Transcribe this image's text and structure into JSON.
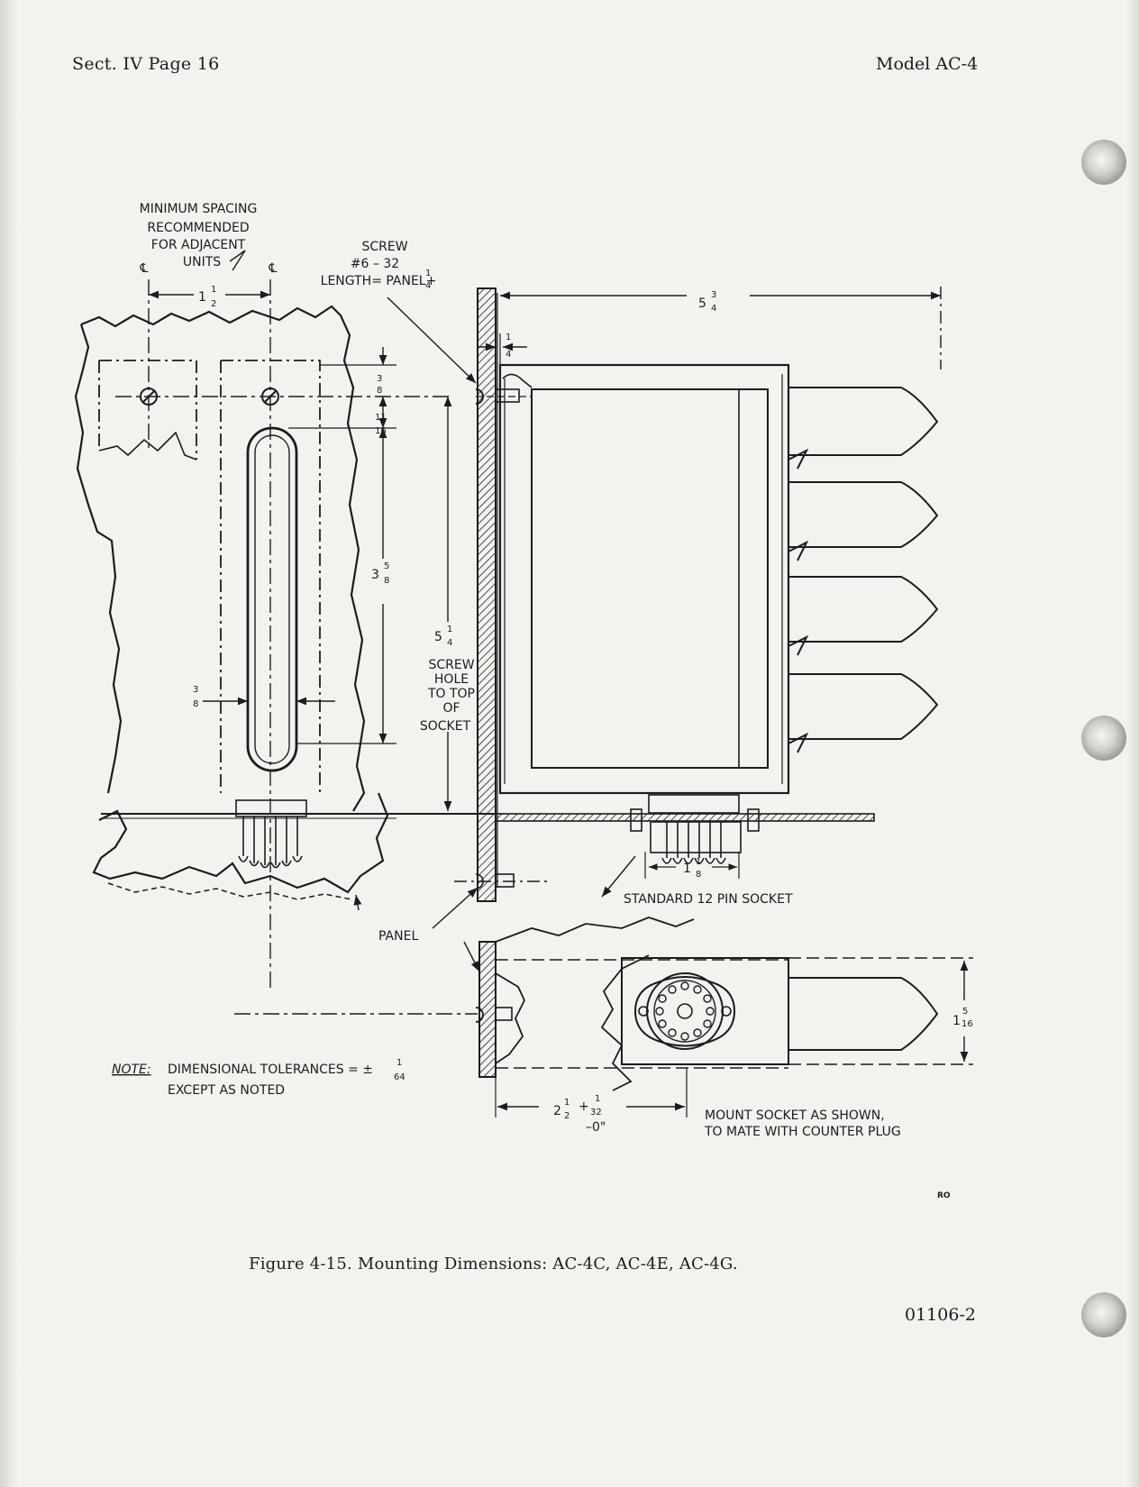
{
  "header": {
    "section_page": "Sect. IV  Page 16",
    "model": "Model AC-4"
  },
  "figure": {
    "caption": "Figure 4-15.  Mounting Dimensions: AC-4C, AC-4E, AC-4G.",
    "doc_number": "01106-2",
    "ref_mark": "RO"
  },
  "drawing": {
    "min_spacing": [
      "MINIMUM SPACING",
      "RECOMMENDED",
      "FOR ADJACENT",
      "UNITS"
    ],
    "centerline_symbol": "℄",
    "spacing_dim": {
      "whole": "1",
      "num": "1",
      "den": "2"
    },
    "screw": [
      "SCREW",
      "#6 – 32",
      "LENGTH= PANEL+"
    ],
    "screw_len_frac": {
      "num": "1",
      "den": "4"
    },
    "overall_depth": {
      "whole": "5",
      "num": "3",
      "den": "4"
    },
    "panel_offset": {
      "num": "1",
      "den": "4"
    },
    "top_to_hole": {
      "num": "3",
      "den": "8"
    },
    "hole_to_slot": {
      "num": "11",
      "den": "16"
    },
    "slot_length": {
      "whole": "3",
      "num": "5",
      "den": "8"
    },
    "screw_to_socket": {
      "whole": "5",
      "num": "1",
      "den": "4"
    },
    "screw_to_socket_label": [
      "SCREW",
      "HOLE",
      "TO TOP",
      "OF",
      "SOCKET"
    ],
    "slot_width": {
      "num": "3",
      "den": "8"
    },
    "socket_spacing": {
      "whole": "1",
      "num": "1",
      "den": "8"
    },
    "socket_label": "STANDARD 12 PIN SOCKET",
    "panel_label": "PANEL",
    "width_dim": {
      "whole": "1",
      "num": "5",
      "den": "16"
    },
    "note_label": "NOTE:",
    "note_text": "DIMENSIONAL TOLERANCES = ±",
    "note_frac": {
      "num": "1",
      "den": "64"
    },
    "note_line2": "EXCEPT  AS NOTED",
    "socket_depth": {
      "whole": "2",
      "num": "1",
      "den": "2",
      "tol_plus": "+",
      "tol_num": "1",
      "tol_den": "32",
      "tol_minus": "–0\""
    },
    "mount_note": [
      "MOUNT SOCKET AS  SHOWN,",
      "TO MATE WITH COUNTER PLUG"
    ]
  }
}
